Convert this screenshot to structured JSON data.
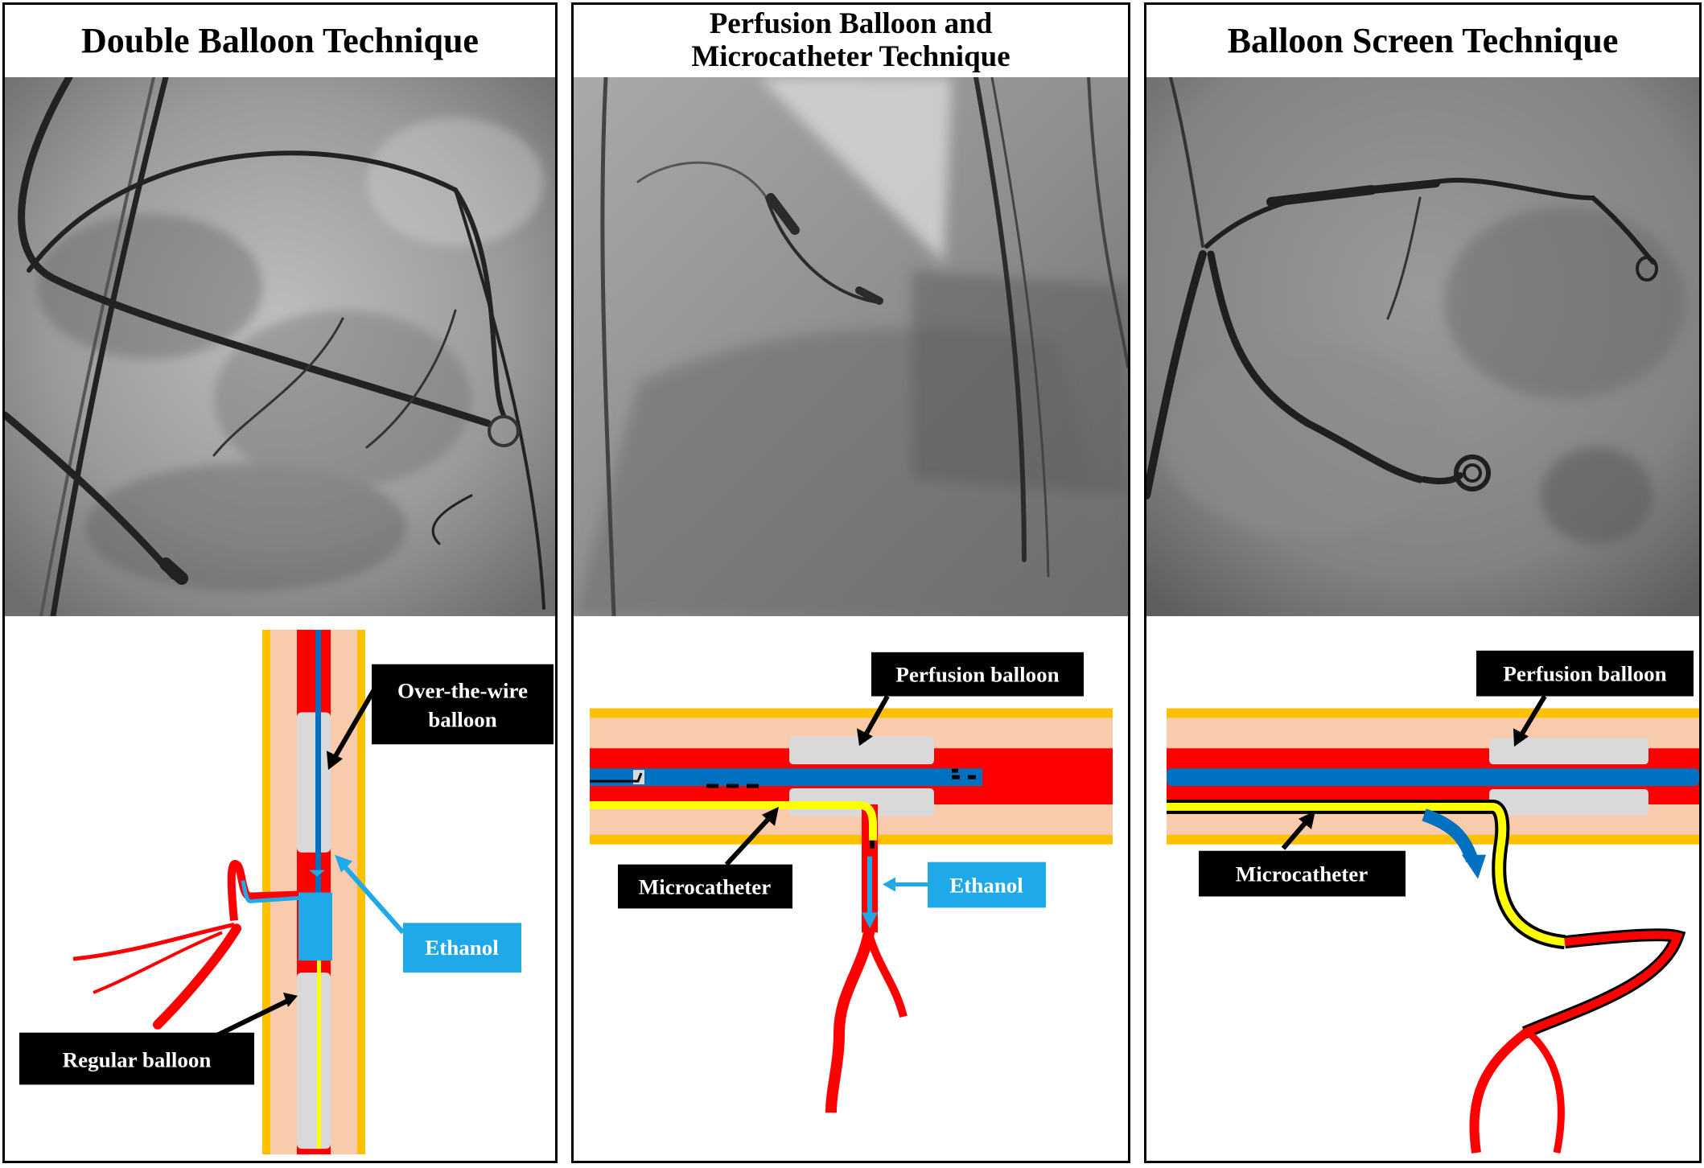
{
  "panels": [
    {
      "title": "Double Balloon Technique",
      "labels": {
        "over_the_wire_line1": "Over-the-wire",
        "over_the_wire_line2": "balloon",
        "ethanol": "Ethanol",
        "regular_balloon": "Regular balloon"
      }
    },
    {
      "title_line1": "Perfusion Balloon and",
      "title_line2": "Microcatheter Technique",
      "labels": {
        "perfusion_balloon": "Perfusion balloon",
        "microcatheter": "Microcatheter",
        "ethanol": "Ethanol"
      }
    },
    {
      "title": "Balloon Screen Technique",
      "labels": {
        "perfusion_balloon": "Perfusion balloon",
        "microcatheter": "Microcatheter"
      }
    }
  ],
  "colors": {
    "vessel_wall": "#FFC000",
    "tissue": "#F8CBAD",
    "lumen": "#FF0000",
    "balloon": "#D9D9D9",
    "wire_catheter": "#0070C0",
    "microcatheter": "#FFFF00",
    "ethanol_label_bg": "#1FA9E8",
    "label_bg": "#000000",
    "label_text": "#FFFFFF"
  }
}
